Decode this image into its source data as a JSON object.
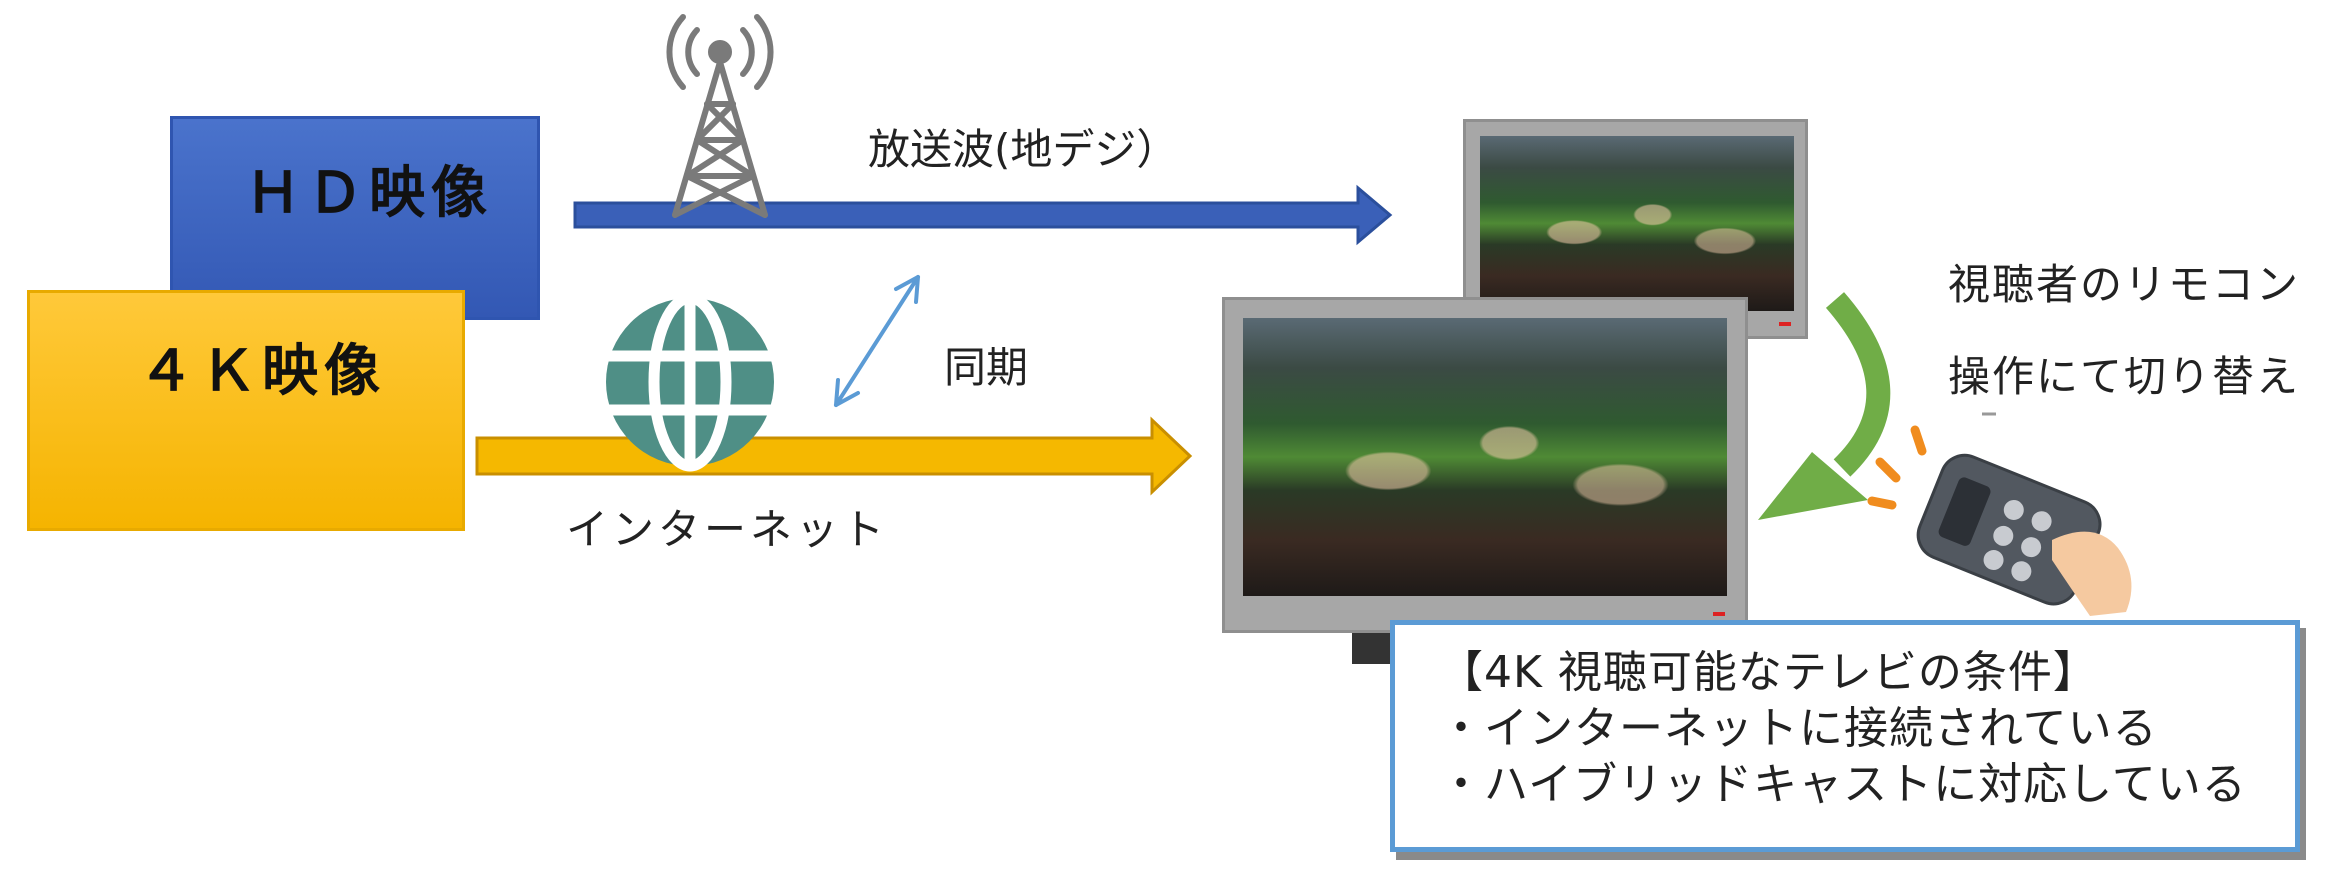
{
  "hd_source": {
    "label": "ＨＤ映像"
  },
  "k4_source": {
    "label": "４Ｋ映像"
  },
  "broadcast": {
    "label": "放送波(地デジ）"
  },
  "sync": {
    "label": "同期"
  },
  "internet": {
    "label": "インターネット"
  },
  "viewer": {
    "line1": "視聴者のリモコン",
    "line2": "操作にて切り替え"
  },
  "conditions": {
    "title": "【4K 視聴可能なテレビの条件】",
    "items": [
      "・インターネットに接続されている",
      "・ハイブリッドキャストに対応している"
    ]
  },
  "colors": {
    "hd_box": "#3e66c4",
    "k4_box": "#ffc000",
    "arrow_blue": "#3a60b8",
    "arrow_yellow": "#f5b800",
    "globe": "#4f8f86",
    "sync_arrow": "#5b9bd5",
    "switch_arrow": "#70ad47",
    "cond_border": "#5b9bd5"
  }
}
